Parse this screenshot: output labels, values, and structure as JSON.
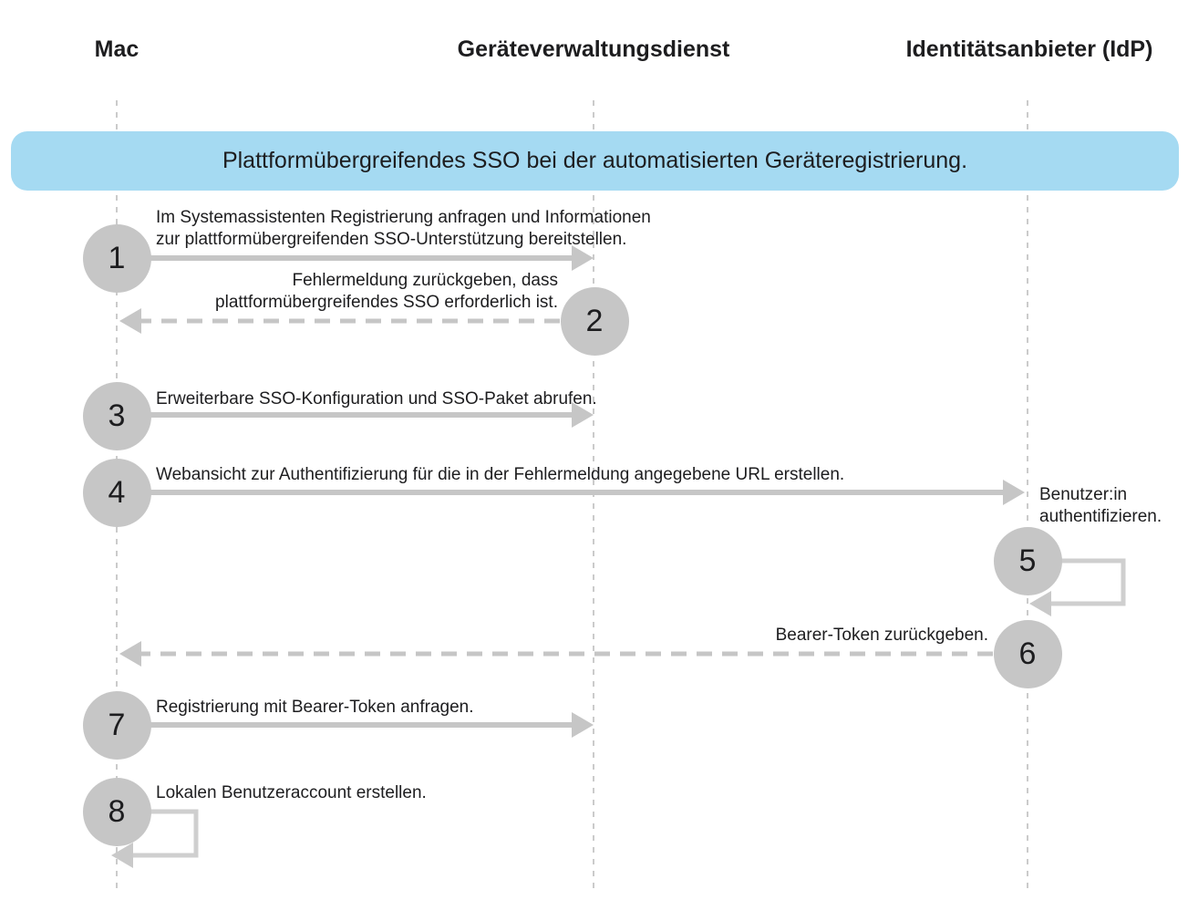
{
  "diagram": {
    "title": "Plattformübergreifendes SSO bei der automatisierten Geräteregistrierung.",
    "actors": [
      {
        "label": "Mac"
      },
      {
        "label": "Geräteverwaltungsdienst"
      },
      {
        "label": "Identitätsanbieter (IdP)"
      }
    ],
    "steps": [
      {
        "number": "1",
        "label": "Im Systemassistenten Registrierung anfragen und Informationen\nzur plattformübergreifenden SSO-Unterstützung bereitstellen.",
        "from": "Mac",
        "to": "Geräteverwaltungsdienst",
        "arrow": "solid"
      },
      {
        "number": "2",
        "label": "Fehlermeldung zurückgeben, dass\nplattformübergreifendes SSO erforderlich ist.",
        "from": "Geräteverwaltungsdienst",
        "to": "Mac",
        "arrow": "dashed"
      },
      {
        "number": "3",
        "label": "Erweiterbare SSO-Konfiguration und SSO-Paket abrufen.",
        "from": "Mac",
        "to": "Geräteverwaltungsdienst",
        "arrow": "solid"
      },
      {
        "number": "4",
        "label": "Webansicht zur Authentifizierung für die in der Fehlermeldung angegebene URL erstellen.",
        "from": "Mac",
        "to": "Identitätsanbieter (IdP)",
        "arrow": "solid"
      },
      {
        "number": "5",
        "label": "Benutzer:in\nauthentifizieren.",
        "from": "Identitätsanbieter (IdP)",
        "to": "Identitätsanbieter (IdP)",
        "arrow": "self-loop"
      },
      {
        "number": "6",
        "label": "Bearer-Token zurückgeben.",
        "from": "Identitätsanbieter (IdP)",
        "to": "Mac",
        "arrow": "dashed"
      },
      {
        "number": "7",
        "label": "Registrierung mit Bearer-Token anfragen.",
        "from": "Mac",
        "to": "Geräteverwaltungsdienst",
        "arrow": "solid"
      },
      {
        "number": "8",
        "label": "Lokalen Benutzeraccount erstellen.",
        "from": "Mac",
        "to": "Mac",
        "arrow": "self-loop"
      }
    ],
    "colors": {
      "banner_background": "#a5daf2",
      "circle_fill": "#c6c6c6",
      "arrow_gray": "#c6c6c6",
      "lifeline_gray": "#cbcbcb",
      "text": "#1d1d1f"
    }
  }
}
